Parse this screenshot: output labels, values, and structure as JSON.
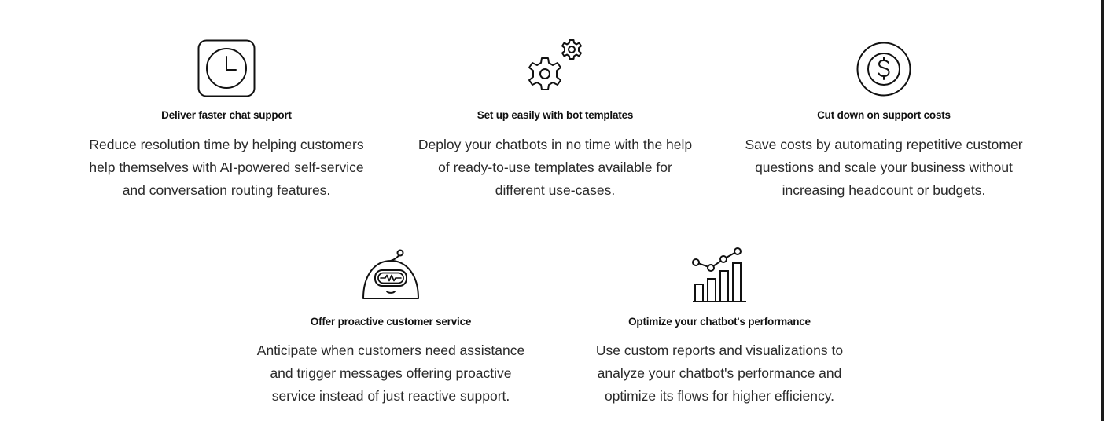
{
  "features": [
    {
      "icon": "clock-icon",
      "title": "Deliver faster chat support",
      "description": [
        "Reduce resolution time by helping customers",
        "help themselves with AI-powered self-service",
        "and conversation routing features."
      ]
    },
    {
      "icon": "gears-icon",
      "title": "Set up easily with bot templates",
      "description": [
        "Deploy your chatbots in no time with the help",
        "of ready-to-use templates available for",
        "different use-cases."
      ]
    },
    {
      "icon": "dollar-coin-icon",
      "title": "Cut down on support costs",
      "description": [
        "Save costs by automating repetitive customer",
        "questions and scale your business without",
        "increasing headcount or budgets."
      ]
    },
    {
      "icon": "robot-icon",
      "title": "Offer proactive customer service",
      "description": [
        "Anticipate when customers need assistance",
        "and trigger messages offering proactive",
        "service instead of just reactive support."
      ]
    },
    {
      "icon": "bar-chart-icon",
      "title": "Optimize your chatbot's performance",
      "description": [
        "Use custom reports and visualizations to",
        "analyze your chatbot's performance and",
        "optimize its flows for higher efficiency."
      ]
    }
  ]
}
